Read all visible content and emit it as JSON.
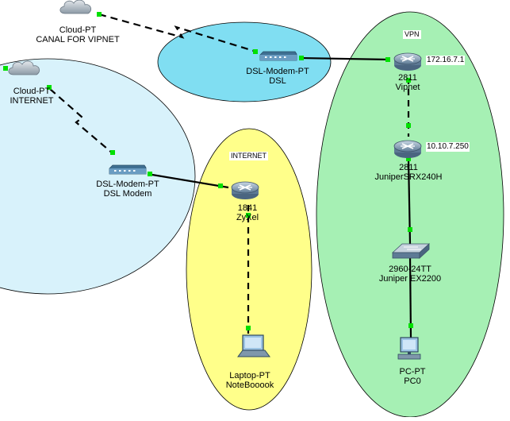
{
  "zones": {
    "vpn": {
      "label": "VPN",
      "color": "#a6f0b4"
    },
    "internet_zone": {
      "label": "INTERNET",
      "color": "#ffff8a"
    },
    "dsl_zone": {
      "color": "#80def2"
    },
    "internet_cloud_zone": {
      "color": "#d8f2fb"
    }
  },
  "devices": {
    "cloud_vipnet": {
      "type": "Cloud-PT",
      "name": "CANAL FOR VIPNET",
      "icon": "cloud-icon"
    },
    "cloud_internet": {
      "type": "Cloud-PT",
      "name": "INTERNET",
      "icon": "cloud-icon"
    },
    "modem_dsl": {
      "type": "DSL-Modem-PT",
      "name": "DSL",
      "icon": "dsl-modem-icon"
    },
    "modem_dsl_modem": {
      "type": "DSL-Modem-PT",
      "name": "DSL Modem",
      "icon": "dsl-modem-icon"
    },
    "router_vipnet": {
      "type": "2811",
      "name": "Vipnet",
      "ip": "172.16.7.1",
      "icon": "router-icon"
    },
    "router_juniper_srx": {
      "type": "2811",
      "name": "JuniperSRX240H",
      "ip": "10.10.7.250",
      "icon": "router-icon"
    },
    "router_zyxel": {
      "type": "1841",
      "name": "ZyXel",
      "icon": "router-icon"
    },
    "switch_juniper": {
      "type": "2960-24TT",
      "name": "Juniper EX2200",
      "icon": "switch-icon"
    },
    "laptop": {
      "type": "Laptop-PT",
      "name": "NoteBooook",
      "icon": "laptop-icon"
    },
    "pc": {
      "type": "PC-PT",
      "name": "PC0",
      "icon": "pc-icon"
    }
  },
  "links": [
    {
      "from": "cloud_vipnet",
      "to": "modem_dsl",
      "style": "serial-dashed"
    },
    {
      "from": "modem_dsl",
      "to": "router_vipnet",
      "style": "solid"
    },
    {
      "from": "router_vipnet",
      "to": "router_juniper_srx",
      "style": "dashed"
    },
    {
      "from": "router_juniper_srx",
      "to": "switch_juniper",
      "style": "solid"
    },
    {
      "from": "switch_juniper",
      "to": "pc",
      "style": "solid"
    },
    {
      "from": "cloud_internet",
      "to": "modem_dsl_modem",
      "style": "serial-dashed"
    },
    {
      "from": "modem_dsl_modem",
      "to": "router_zyxel",
      "style": "solid"
    },
    {
      "from": "router_zyxel",
      "to": "laptop",
      "style": "dashed"
    }
  ],
  "colors": {
    "link_up": "#00e000",
    "cable": "#000000"
  }
}
